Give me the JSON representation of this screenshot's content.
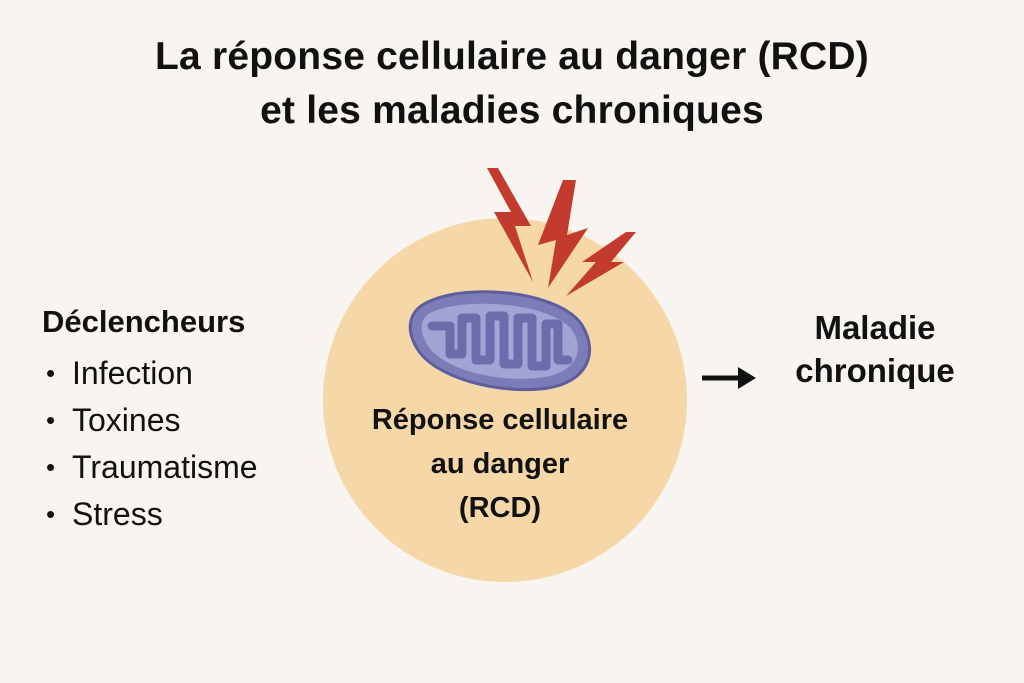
{
  "title": {
    "line1": "La réponse cellulaire au danger (RCD)",
    "line2": "et les maladies chroniques"
  },
  "triggers": {
    "heading": "Déclencheurs",
    "bullet": "•",
    "items": [
      "Infection",
      "Toxines",
      "Traumatisme",
      "Stress"
    ]
  },
  "center": {
    "line1": "Réponse cellulaire",
    "line2": "au danger",
    "line3": "(RCD)",
    "icon": "mitochondrion-icon",
    "warning_icon": "lightning-bolt-icon"
  },
  "outcome": {
    "line1": "Maladie",
    "line2": "chronique"
  },
  "colors": {
    "background": "#f8f4ef",
    "cell": "#f6d8a8",
    "mitochondrion_outer": "#7c7cb8",
    "mitochondrion_inner": "#a3a3d6",
    "bolt": "#c23b2e",
    "text": "#111111"
  }
}
